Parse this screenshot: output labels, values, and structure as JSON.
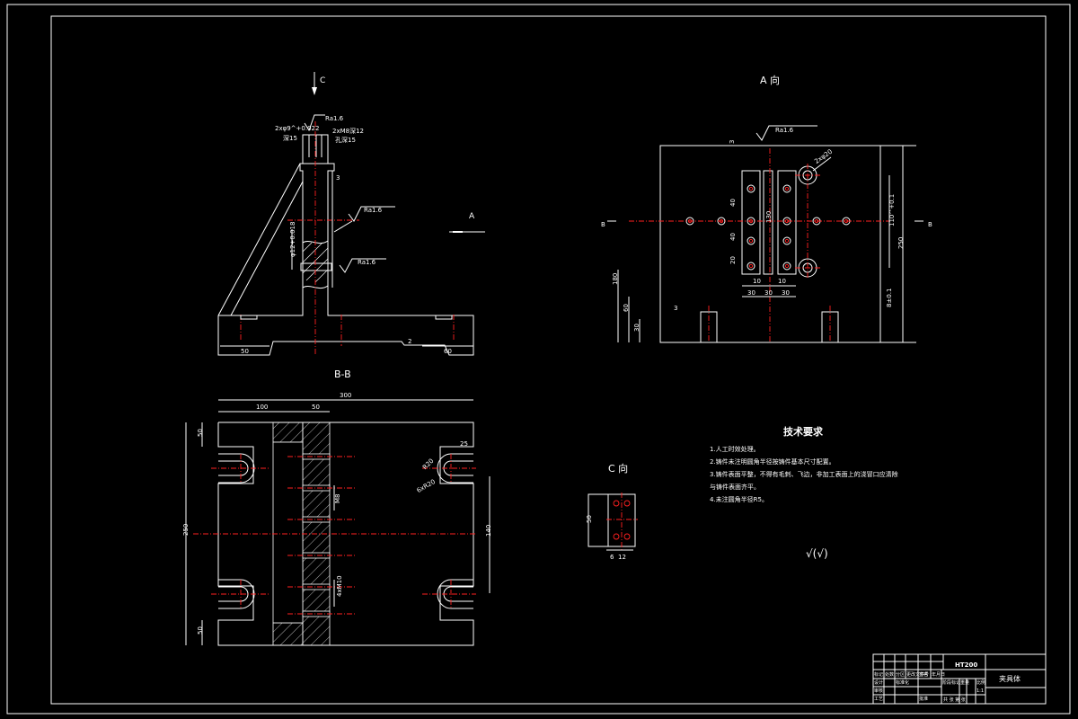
{
  "views": {
    "c_arrow_label": "C",
    "a_label": "A",
    "a_view_title": "A 向",
    "bb_title": "B-B",
    "c_view_title": "C 向",
    "b_left": "B",
    "b_right": "B"
  },
  "roughness": {
    "r1": "Ra1.6",
    "r2": "Ra1.6",
    "r3": "Ra1.6",
    "r4": "Ra1.6",
    "note_top": "2xφ9^+0.022",
    "note_thread": "2xM8深12",
    "note_depth1": "深15",
    "note_depth2": "孔深15"
  },
  "dims_left": {
    "d50": "50",
    "d60": "60",
    "d3": "3",
    "d_vert": "φ12+0.018",
    "d_small": "2"
  },
  "dims_a": {
    "d40a": "40",
    "d40b": "40",
    "d20": "20",
    "d130": "130",
    "d10a": "10",
    "d10b": "10",
    "d30a": "30",
    "d30b": "30",
    "d30c": "30",
    "d180": "180",
    "d60": "60",
    "d30": "30",
    "d110": "110^+0.1",
    "d250": "250",
    "d3": "3",
    "d20b": "2xφ20",
    "d8": "8±0.1"
  },
  "dims_bb": {
    "d100": "100",
    "d50": "50",
    "d300": "300",
    "d50l": "50",
    "d250": "250",
    "d50b": "50",
    "d25": "25",
    "d140": "140",
    "r20": "R20",
    "r_note": "6xR20",
    "m8": "M8",
    "phi": "4xM10"
  },
  "dims_c": {
    "d50": "50",
    "d6": "6",
    "d12": "12"
  },
  "tech": {
    "title": "技术要求",
    "items": [
      "1.人工时效处理。",
      "2.铸件未注明圆角半径按铸件基本尺寸配置。",
      "3.铸件表面平整，不得有毛刺、飞边，非加工表面上的浇冒口应清除",
      "与铸件表面齐平。",
      "4.未注圆角半径R5。"
    ],
    "rough_symbol": "√(√)"
  },
  "title_block": {
    "material": "HT200",
    "name": "夹具体",
    "c1": "标记",
    "c2": "处数",
    "c3": "分区",
    "c4": "更改文件号",
    "c5": "签名",
    "c6": "年月日",
    "c7": "设计",
    "c8": "标准化",
    "c9": "审核",
    "c10": "工艺",
    "c11": "批准",
    "c12": "阶段标记",
    "c13": "重量",
    "c14": "比例",
    "c15": "1:1",
    "c16": "共 张 第 张"
  }
}
